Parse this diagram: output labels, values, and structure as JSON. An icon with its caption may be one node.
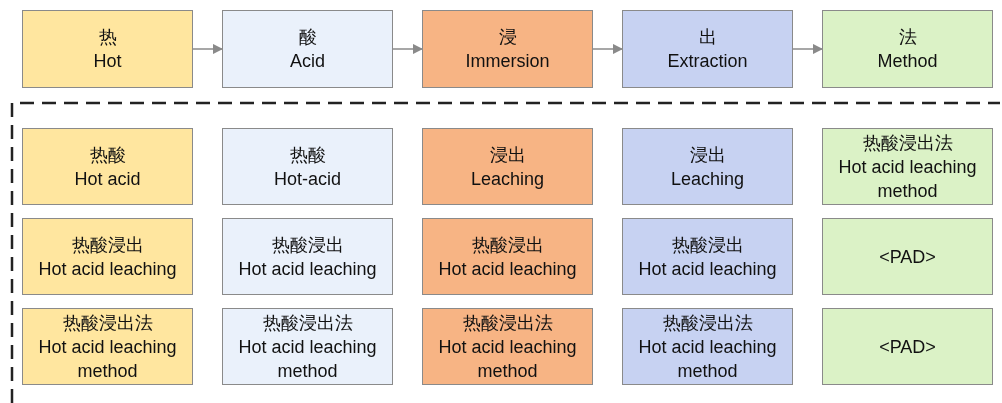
{
  "diagram": {
    "nodes": [
      {
        "text": [
          "热",
          "Hot"
        ]
      },
      {
        "text": [
          "酸",
          "Acid"
        ]
      },
      {
        "text": [
          "浸",
          "Immersion"
        ]
      },
      {
        "text": [
          "出",
          "Extraction"
        ]
      },
      {
        "text": [
          "法",
          "Method"
        ]
      },
      {
        "text": [
          "热酸",
          "Hot acid"
        ]
      },
      {
        "text": [
          "热酸",
          "Hot-acid"
        ]
      },
      {
        "text": [
          "浸出",
          "Leaching"
        ]
      },
      {
        "text": [
          "浸出",
          "Leaching"
        ]
      },
      {
        "text": [
          "热酸浸出法",
          "Hot acid leaching method"
        ]
      },
      {
        "text": [
          "热酸浸出",
          "Hot acid leaching"
        ]
      },
      {
        "text": [
          "热酸浸出",
          "Hot acid leaching"
        ]
      },
      {
        "text": [
          "热酸浸出",
          "Hot acid leaching"
        ]
      },
      {
        "text": [
          "热酸浸出",
          "Hot acid leaching"
        ]
      },
      {
        "text": [
          "<PAD>"
        ]
      },
      {
        "text": [
          "热酸浸出法",
          "Hot acid leaching method"
        ]
      },
      {
        "text": [
          "热酸浸出法",
          "Hot acid leaching method"
        ]
      },
      {
        "text": [
          "热酸浸出法",
          "Hot acid leaching method"
        ]
      },
      {
        "text": [
          "热酸浸出法",
          "Hot acid leaching method"
        ]
      },
      {
        "text": [
          "<PAD>"
        ]
      }
    ],
    "edges": [
      {
        "from": 0,
        "to": 1,
        "arrow": "to"
      },
      {
        "from": 1,
        "to": 2,
        "arrow": "to"
      },
      {
        "from": 2,
        "to": 3,
        "arrow": "to"
      },
      {
        "from": 3,
        "to": 4,
        "arrow": "to"
      }
    ]
  }
}
